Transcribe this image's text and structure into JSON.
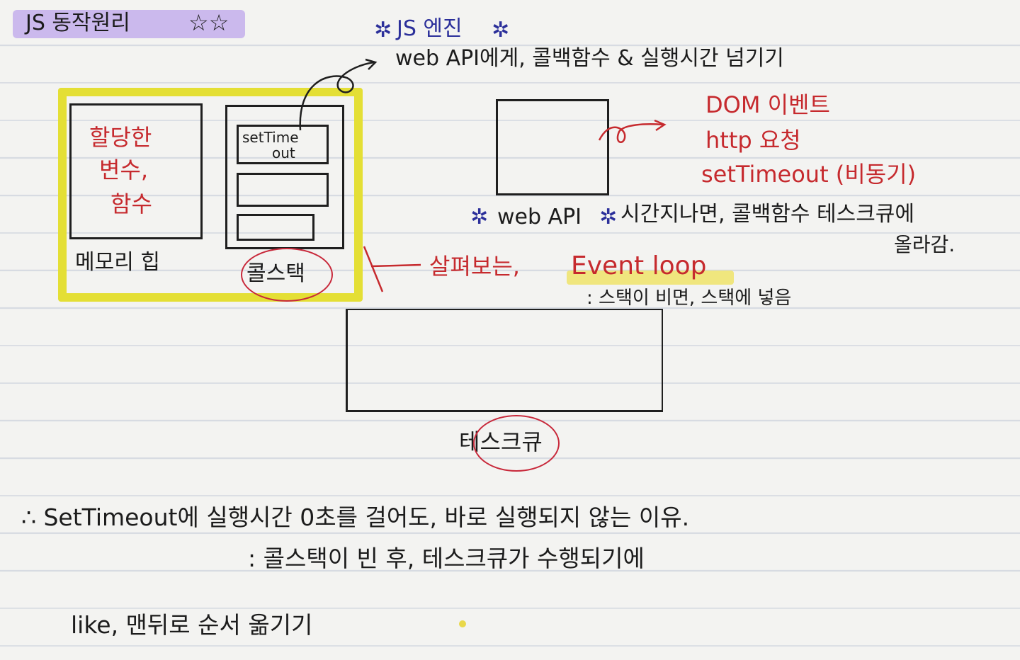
{
  "title": "JS 동작원리",
  "title_stars": "☆☆",
  "engine": {
    "title": "JS 엔진",
    "desc": "web API에게, 콜백함수 & 실행시간 넘기기",
    "heap_content": [
      "할당한",
      "변수,",
      "함수"
    ],
    "heap_label": "메모리 힙",
    "stack_item_1": "setTime",
    "stack_item_2": "out",
    "stack_label": "콜스택"
  },
  "webapi": {
    "items": [
      "DOM 이벤트",
      "http 요청",
      "setTimeout (비동기)"
    ],
    "label": "web API",
    "note_1": "시간지나면, 콜백함수 테스크큐에",
    "note_2": "올라감."
  },
  "eventloop": {
    "prefix": "살펴보는,",
    "label": "Event loop",
    "note": ": 스택이 비면, 스택에 넣음"
  },
  "taskqueue": {
    "label": "테스크큐"
  },
  "conclusion": {
    "line1": "∴ SetTimeout에 실행시간 0초를 걸어도, 바로 실행되지 않는 이유.",
    "line2": ": 콜스택이 빈 후, 테스크큐가 수행되기에",
    "line3": "like, 맨뒤로 순서 옮기기"
  },
  "colors": {
    "ink": "#1c1c1c",
    "red_ink": "#c62a2e",
    "blue_ink": "#2b2f9a",
    "highlight_yellow": "#e4df35",
    "highlight_purple": "#c6b3ec"
  }
}
